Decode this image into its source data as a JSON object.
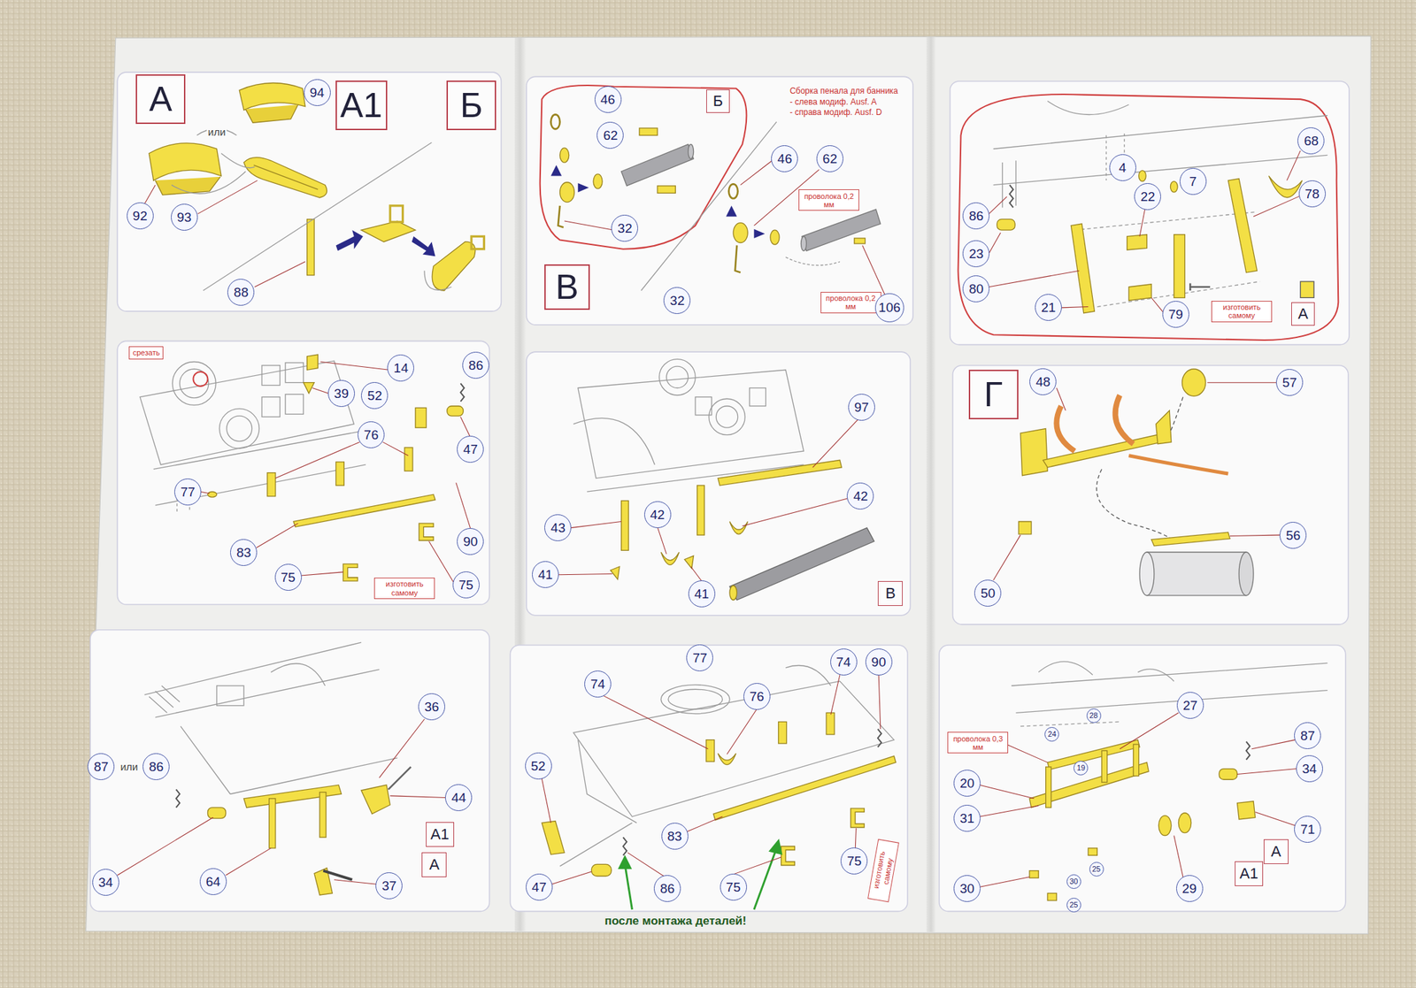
{
  "diagram": {
    "nodes": [
      {
        "text": [
          "А"
        ]
      },
      {
        "text": [
          "94"
        ]
      },
      {
        "text": [
          "А1"
        ]
      },
      {
        "text": [
          "Б"
        ]
      },
      {
        "text": [
          "92"
        ]
      },
      {
        "text": [
          "93"
        ]
      },
      {
        "text": [
          "88"
        ]
      },
      {
        "text": [
          "46"
        ]
      },
      {
        "text": [
          "Б"
        ]
      },
      {
        "text": [
          "62"
        ]
      },
      {
        "text": [
          "46"
        ]
      },
      {
        "text": [
          "62"
        ]
      },
      {
        "text": [
          "проволока 0,2 мм"
        ]
      },
      {
        "text": [
          "32"
        ]
      },
      {
        "text": [
          "В"
        ]
      },
      {
        "text": [
          "32"
        ]
      },
      {
        "text": [
          "проволока 0,2 мм"
        ]
      },
      {
        "text": [
          "106"
        ]
      },
      {
        "text": [
          "68"
        ]
      },
      {
        "text": [
          "4"
        ]
      },
      {
        "text": [
          "7"
        ]
      },
      {
        "text": [
          "78"
        ]
      },
      {
        "text": [
          "22"
        ]
      },
      {
        "text": [
          "86"
        ]
      },
      {
        "text": [
          "23"
        ]
      },
      {
        "text": [
          "80"
        ]
      },
      {
        "text": [
          "21"
        ]
      },
      {
        "text": [
          "79"
        ]
      },
      {
        "text": [
          "изготовить самому"
        ]
      },
      {
        "text": [
          "А"
        ]
      },
      {
        "text": [
          "срезать"
        ]
      },
      {
        "text": [
          "86"
        ]
      },
      {
        "text": [
          "14"
        ]
      },
      {
        "text": [
          "39"
        ]
      },
      {
        "text": [
          "52"
        ]
      },
      {
        "text": [
          "76"
        ]
      },
      {
        "text": [
          "47"
        ]
      },
      {
        "text": [
          "77"
        ]
      },
      {
        "text": [
          "90"
        ]
      },
      {
        "text": [
          "83"
        ]
      },
      {
        "text": [
          "75"
        ]
      },
      {
        "text": [
          "75"
        ]
      },
      {
        "text": [
          "изготовить самому"
        ]
      },
      {
        "text": [
          "97"
        ]
      },
      {
        "text": [
          "42"
        ]
      },
      {
        "text": [
          "42"
        ]
      },
      {
        "text": [
          "43"
        ]
      },
      {
        "text": [
          "41"
        ]
      },
      {
        "text": [
          "41"
        ]
      },
      {
        "text": [
          "В"
        ]
      },
      {
        "text": [
          "Г"
        ]
      },
      {
        "text": [
          "48"
        ]
      },
      {
        "text": [
          "57"
        ]
      },
      {
        "text": [
          "56"
        ]
      },
      {
        "text": [
          "50"
        ]
      },
      {
        "text": [
          "36"
        ]
      },
      {
        "text": [
          "87"
        ]
      },
      {
        "text": [
          "86"
        ]
      },
      {
        "text": [
          "44"
        ]
      },
      {
        "text": [
          "А1"
        ]
      },
      {
        "text": [
          "А"
        ]
      },
      {
        "text": [
          "34"
        ]
      },
      {
        "text": [
          "64"
        ]
      },
      {
        "text": [
          "37"
        ]
      },
      {
        "text": [
          "77"
        ]
      },
      {
        "text": [
          "74"
        ]
      },
      {
        "text": [
          "90"
        ]
      },
      {
        "text": [
          "74"
        ]
      },
      {
        "text": [
          "76"
        ]
      },
      {
        "text": [
          "52"
        ]
      },
      {
        "text": [
          "83"
        ]
      },
      {
        "text": [
          "75"
        ]
      },
      {
        "text": [
          "изготовить самому"
        ]
      },
      {
        "text": [
          "47"
        ]
      },
      {
        "text": [
          "75"
        ]
      },
      {
        "text": [
          "86"
        ]
      },
      {
        "text": [
          "27"
        ]
      },
      {
        "text": [
          "28"
        ]
      },
      {
        "text": [
          "87"
        ]
      },
      {
        "text": [
          "24"
        ]
      },
      {
        "text": [
          "проволока 0,3 мм"
        ]
      },
      {
        "text": [
          "19"
        ]
      },
      {
        "text": [
          "34"
        ]
      },
      {
        "text": [
          "20"
        ]
      },
      {
        "text": [
          "31"
        ]
      },
      {
        "text": [
          "71"
        ]
      },
      {
        "text": [
          "А"
        ]
      },
      {
        "text": [
          "25"
        ]
      },
      {
        "text": [
          "А1"
        ]
      },
      {
        "text": [
          "30"
        ]
      },
      {
        "text": [
          "29"
        ]
      },
      {
        "text": [
          "30"
        ]
      },
      {
        "text": [
          "25"
        ]
      }
    ],
    "labels": [
      "или",
      "Сборка пенала для банника",
      "- слева модиф. Ausf. A",
      "- справа модиф. Ausf. D",
      "или",
      "после монтажа деталей!"
    ]
  }
}
